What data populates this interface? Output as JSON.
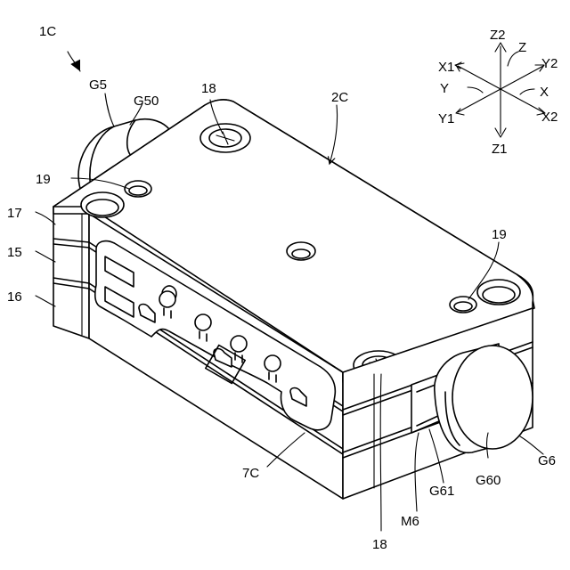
{
  "figure_label": "1C",
  "labels": {
    "g5": "G5",
    "g50": "G50",
    "n18_top": "18",
    "n2c": "2C",
    "n19_left": "19",
    "n17": "17",
    "n15": "15",
    "n16": "16",
    "n19_right": "19",
    "n7c": "7C",
    "m6": "M6",
    "g61": "G61",
    "g60": "G60",
    "g6": "G6",
    "n18_bottom": "18"
  },
  "axes": {
    "z2": "Z2",
    "z": "Z",
    "x1": "X1",
    "y2": "Y2",
    "y": "Y",
    "x": "X",
    "y1": "Y1",
    "x2": "X2",
    "z1": "Z1"
  }
}
